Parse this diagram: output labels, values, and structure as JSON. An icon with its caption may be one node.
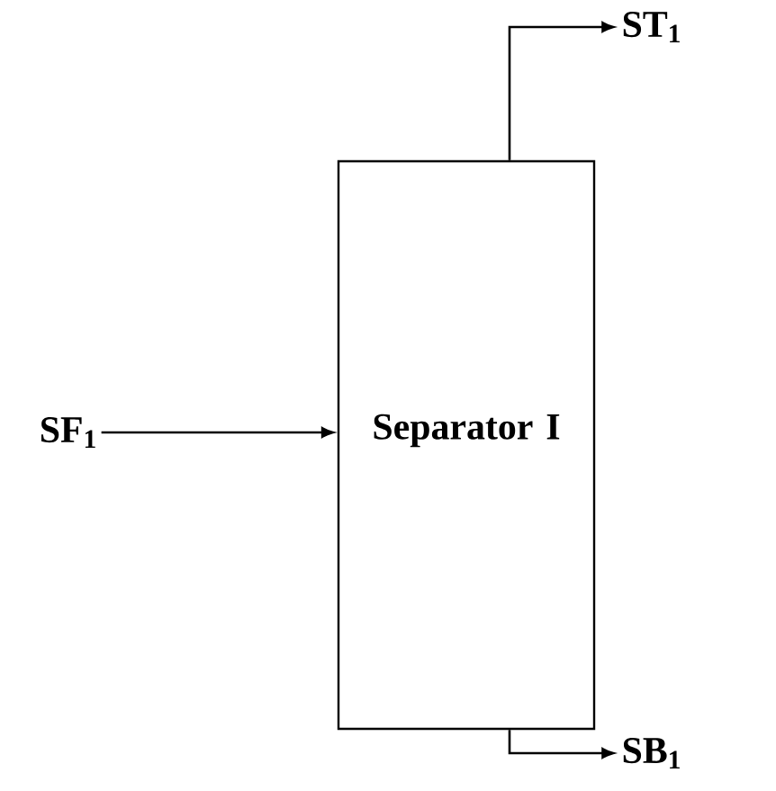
{
  "diagram": {
    "nodes": [
      {
        "text": [
          "Separator I"
        ]
      },
      {
        "text": [
          "SF$_{1}$"
        ]
      },
      {
        "text": [
          "ST$_{1}$"
        ]
      },
      {
        "text": [
          "SB$_{1}$"
        ]
      }
    ],
    "edges": [
      {
        "from": 1,
        "to": 0,
        "arrow": "to"
      },
      {
        "from": 0,
        "to": 2,
        "arrow": "to"
      },
      {
        "from": 0,
        "to": 3,
        "arrow": "to"
      }
    ]
  }
}
